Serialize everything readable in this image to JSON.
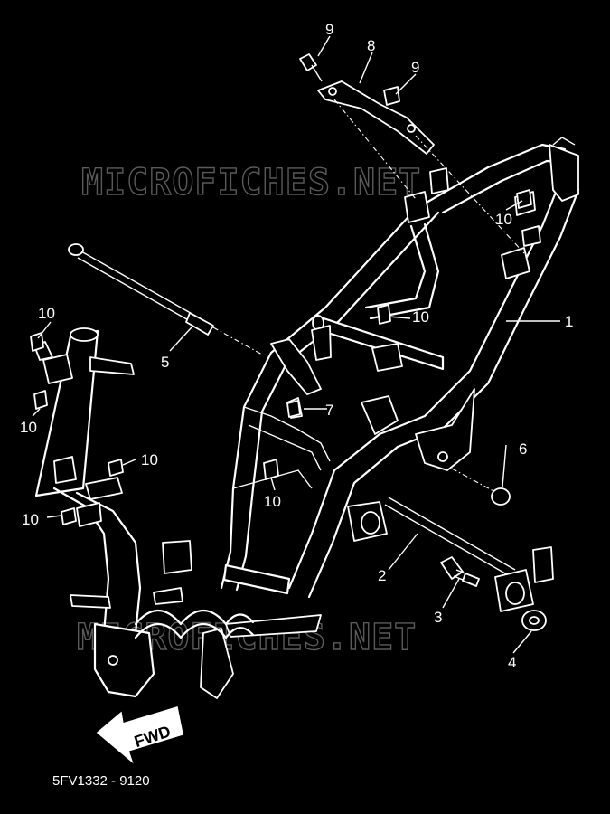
{
  "watermark_top": "MICROFICHES.NET",
  "watermark_bottom": "MICROFICHES.NET",
  "drawing_code": "5FV1332 - 9120",
  "fwd_label": "FWD",
  "callouts": {
    "c1": "1",
    "c2": "2",
    "c3": "3",
    "c4": "4",
    "c5": "5",
    "c6": "6",
    "c7": "7",
    "c8": "8",
    "c9a": "9",
    "c9b": "9",
    "c10_mid": "10",
    "c10_right": "10",
    "c10_center": "10",
    "c10_left_top": "10",
    "c10_left_mid": "10",
    "c10_left_clamp": "10",
    "c10_left_low": "10"
  }
}
